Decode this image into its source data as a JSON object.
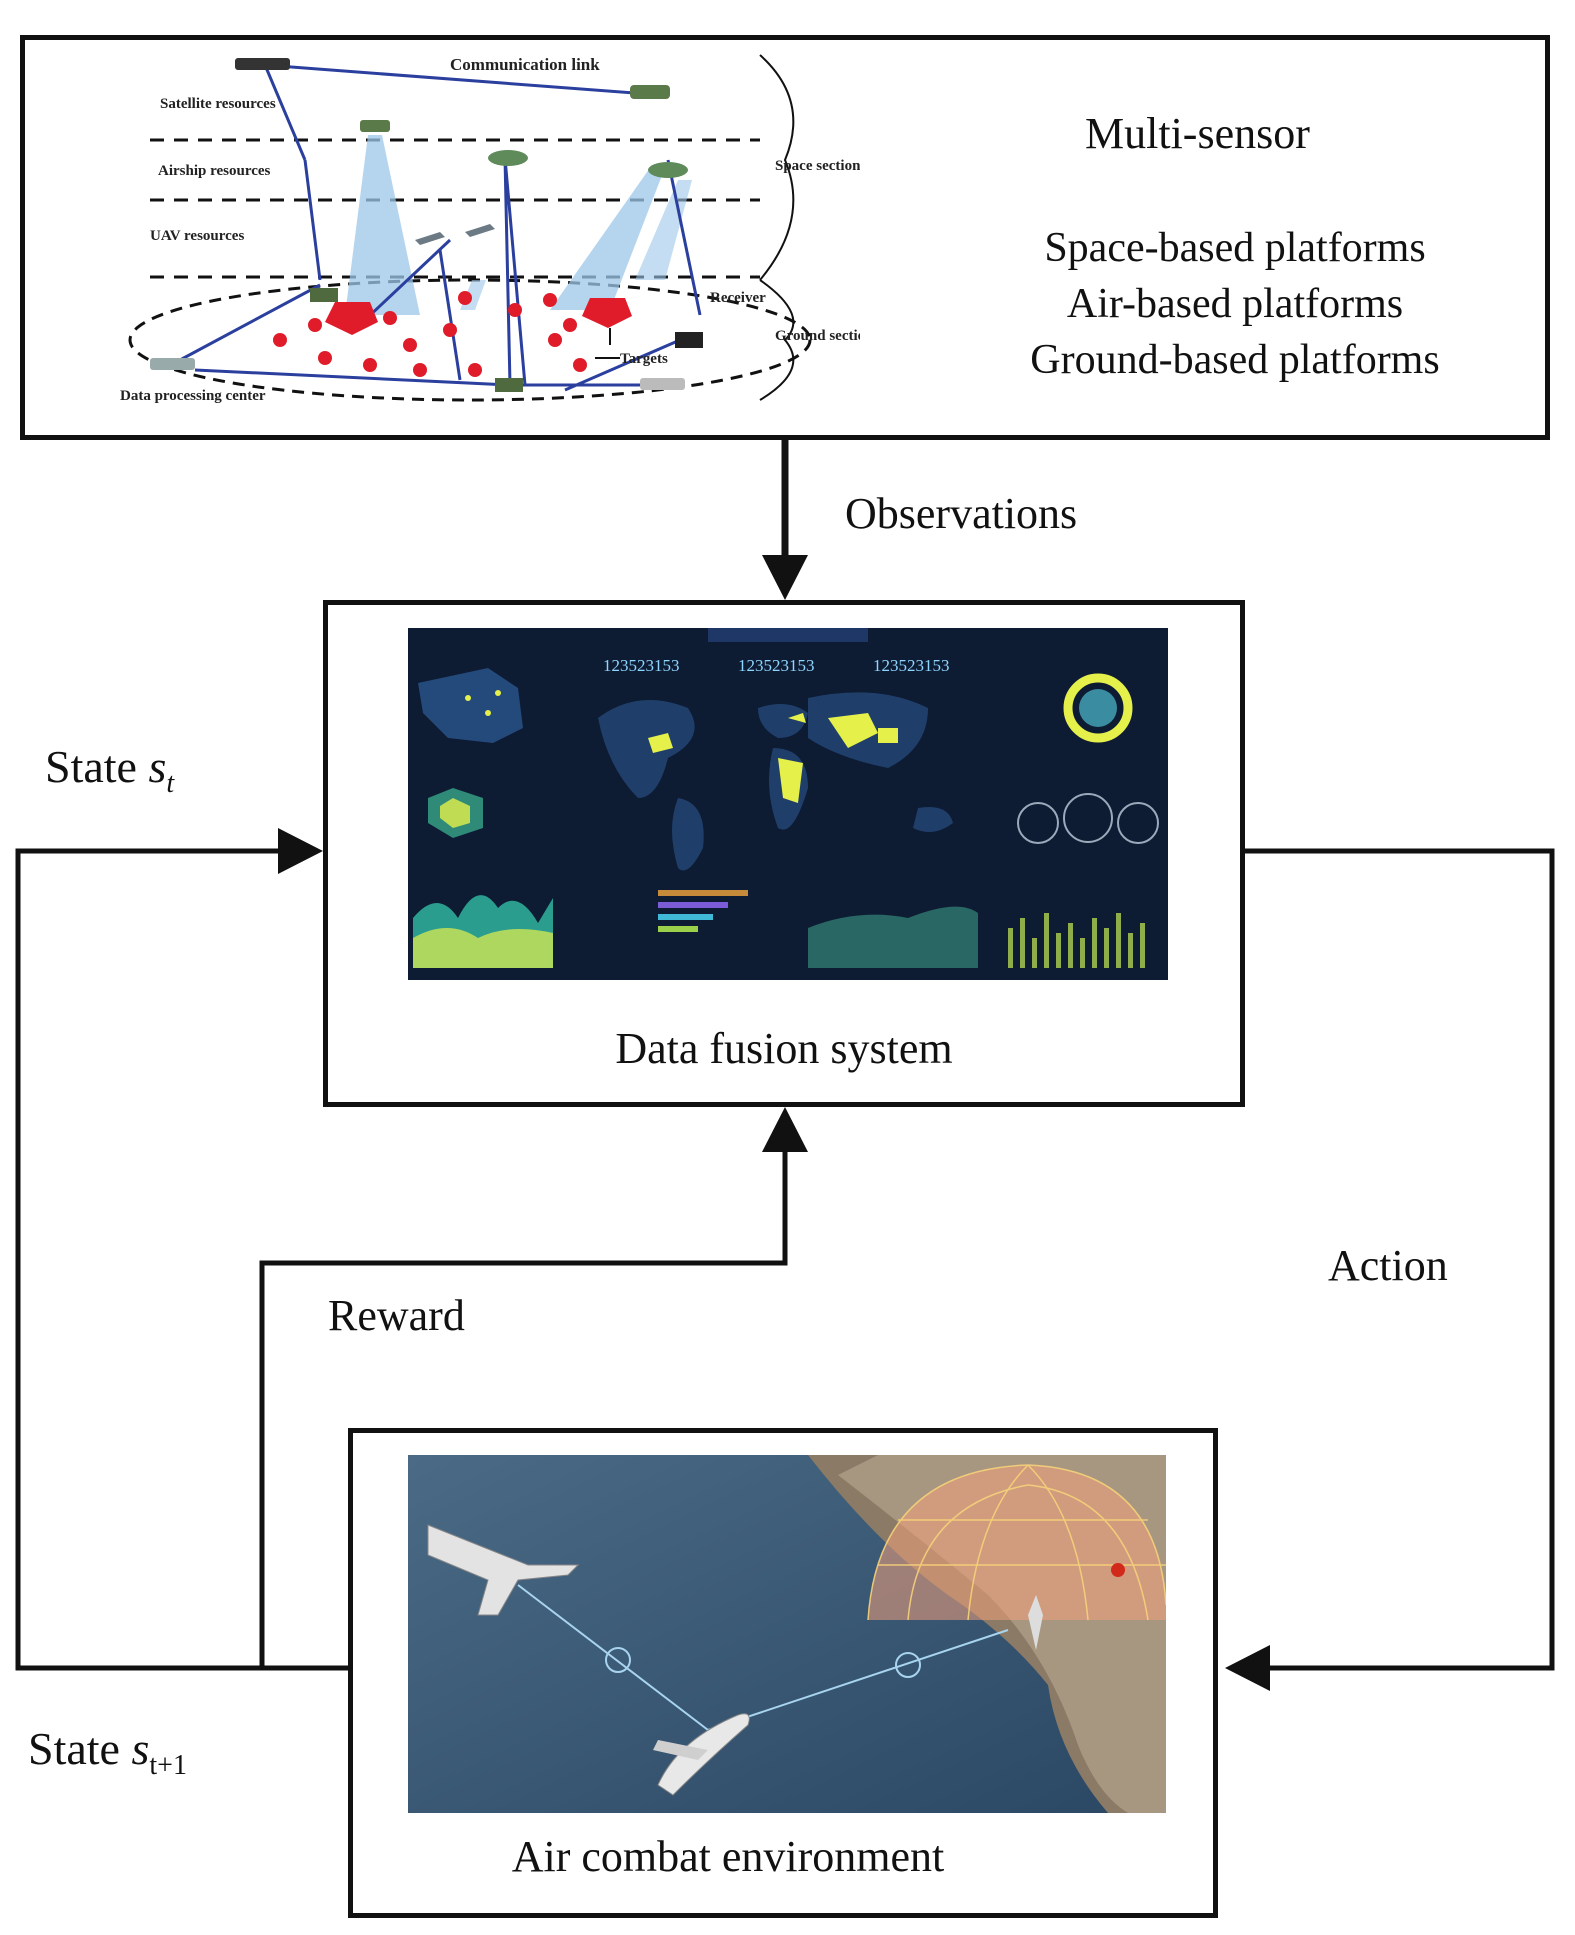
{
  "multisensor": {
    "title": "Multi-sensor",
    "platforms": [
      "Space-based platforms",
      "Air-based platforms",
      "Ground-based platforms"
    ],
    "illustration": {
      "communication_link": "Communication link",
      "satellite": "Satellite resources",
      "airship": "Airship resources",
      "uav": "UAV resources",
      "space_section": "Space section",
      "ground_section": "Ground section",
      "receiver": "Receiver",
      "targets": "Targets",
      "data_center": "Data processing center"
    }
  },
  "dashboard": {
    "counter": "123523153"
  },
  "fusion": {
    "label": "Data fusion system"
  },
  "environment": {
    "label": "Air combat environment"
  },
  "edges": {
    "observations": "Observations",
    "state_t": {
      "prefix": "State ",
      "var": "s",
      "sub": "t"
    },
    "state_t1": {
      "prefix": "State ",
      "var": "s",
      "sub": "t+1"
    },
    "reward": "Reward",
    "action": "Action"
  },
  "colors": {
    "line": "#111111",
    "dashboard_bg": "#0d1b33",
    "dashboard_accent": "#e5f04a",
    "sea": "#2f4f6e"
  }
}
